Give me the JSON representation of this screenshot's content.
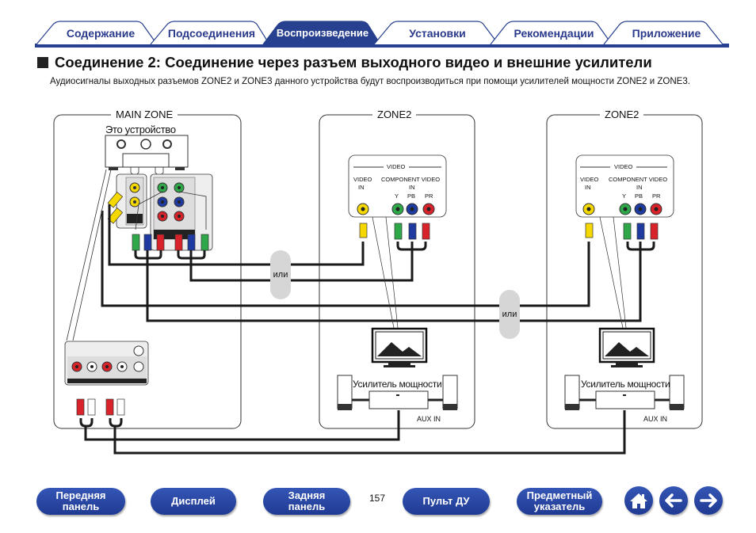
{
  "tabs": [
    {
      "label": "Содержание",
      "active": false
    },
    {
      "label": "Подсоединения",
      "active": false
    },
    {
      "label": "Воспроизведение",
      "active": true
    },
    {
      "label": "Установки",
      "active": false
    },
    {
      "label": "Рекомендации",
      "active": false
    },
    {
      "label": "Приложение",
      "active": false
    }
  ],
  "section": {
    "title": "Соединение 2: Соединение через разъем выходного видео и внешние усилители",
    "description": "Аудиосигналы выходных разъемов ZONE2 и ZONE3 данного устройства будут воспроизводиться при помощи усилителей мощности ZONE2 и ZONE3."
  },
  "diagram": {
    "main_zone_label": "MAIN ZONE",
    "this_device_label": "Это устройство",
    "zone_a_label": "ZONE2",
    "zone_b_label": "ZONE2",
    "or_label": "или",
    "video_group": "VIDEO",
    "video_in_line1": "VIDEO",
    "video_in_line2": "IN",
    "component_line1": "COMPONENT VIDEO",
    "component_line2": "IN",
    "y_label": "Y",
    "pb_label": "PB",
    "pr_label": "PR",
    "amp_label": "Усилитель мощности",
    "aux_in_label": "AUX IN",
    "connector_colors": {
      "yellow": "#f5d800",
      "green": "#2fa84a",
      "blue": "#1f3aa0",
      "red": "#d8232a",
      "white": "#ffffff"
    }
  },
  "footer": {
    "buttons": {
      "front_panel": [
        "Передняя",
        "панель"
      ],
      "display": "Дисплей",
      "rear_panel": [
        "Задняя",
        "панель"
      ],
      "remote": "Пульт ДУ",
      "index": [
        "Предметный",
        "указатель"
      ]
    },
    "page_number": "157"
  },
  "colors": {
    "brand_blue": "#27408f",
    "tab_text": "#2a3a8c"
  }
}
